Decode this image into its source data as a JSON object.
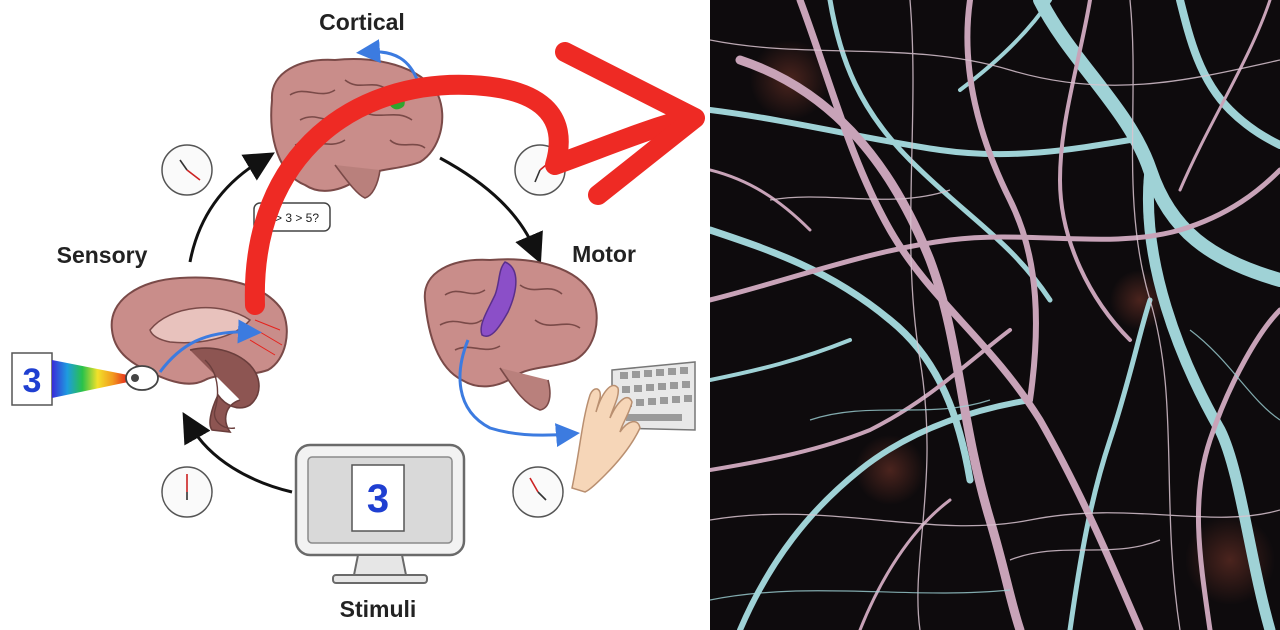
{
  "diagram": {
    "labels": {
      "cortical": "Cortical",
      "sensory": "Sensory",
      "motor": "Motor",
      "stimuli": "Stimuli"
    },
    "bubble_text": "5 > 3 > 5?",
    "stimulus_digit": "3",
    "screen_digit": "3"
  },
  "colors": {
    "brain": "#c98d8a",
    "brain_dark": "#7a4a48",
    "motor_strip": "#8b4fc8",
    "flow_arrow": "#3c7be0",
    "big_arrow": "#ee2a24",
    "digit": "#1f3fd1",
    "neuron_pink": "#c8a3b8",
    "neuron_cyan": "#9fd2d6"
  },
  "icons": [
    "clock-icon",
    "eye-icon",
    "keyboard-icon",
    "hand-icon",
    "monitor-icon"
  ]
}
